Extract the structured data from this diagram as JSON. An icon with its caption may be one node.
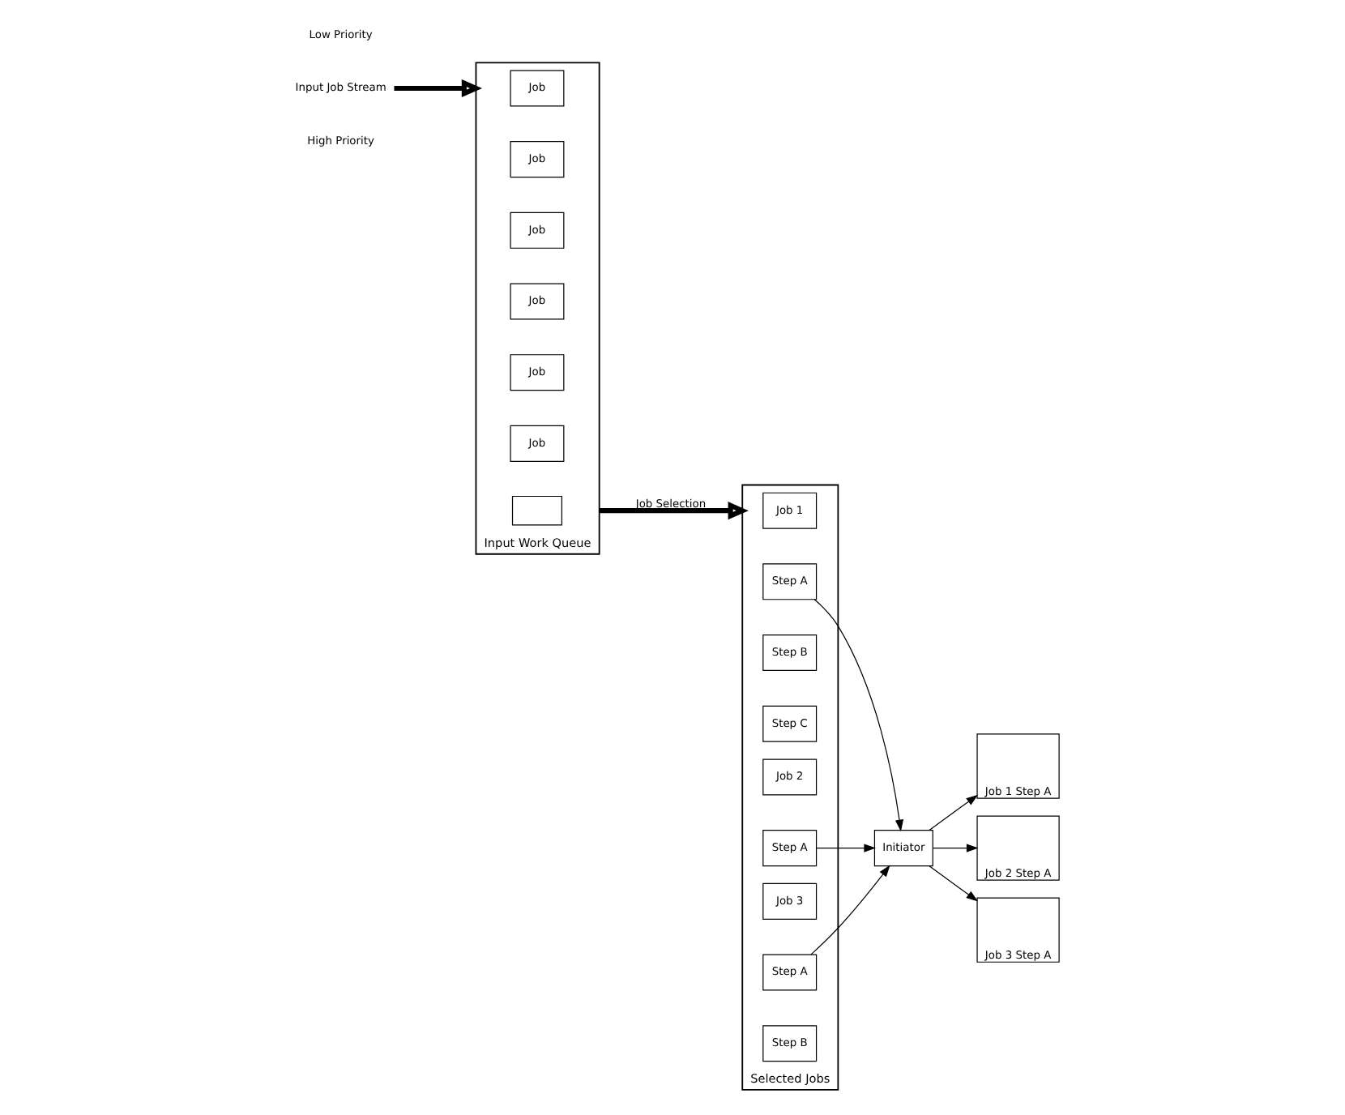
{
  "diagram": {
    "nodes": [
      {
        "text": [
          "Input Job Stream"
        ]
      },
      {
        "text": [
          "Input Work Queue"
        ]
      },
      {
        "text": [
          "Job"
        ],
        "in": 1
      },
      {
        "text": [
          "Job"
        ],
        "in": 1
      },
      {
        "text": [
          "Job"
        ],
        "in": 1
      },
      {
        "text": [
          "Job"
        ],
        "in": 1
      },
      {
        "text": [
          "Job"
        ],
        "in": 1
      },
      {
        "text": [
          "Job"
        ],
        "in": 1
      },
      {
        "text": [],
        "shape": "box",
        "in": 1
      },
      {
        "text": [
          "Selected Jobs"
        ]
      },
      {
        "text": [
          "Job 1"
        ],
        "in": 9
      },
      {
        "text": [
          "Step A"
        ],
        "in": 9
      },
      {
        "text": [
          "Step B"
        ],
        "in": 9
      },
      {
        "text": [
          "Step C"
        ],
        "in": 9
      },
      {
        "text": [
          "Job 2"
        ],
        "in": 9
      },
      {
        "text": [
          "Step A"
        ],
        "in": 9
      },
      {
        "text": [
          "Job 3"
        ],
        "in": 9
      },
      {
        "text": [
          "Step A"
        ],
        "in": 9
      },
      {
        "text": [
          "Step B"
        ],
        "in": 9
      },
      {
        "text": [
          "Initiator"
        ]
      },
      {
        "text": [
          "Job 1 Step A"
        ]
      },
      {
        "text": [
          "Job 2 Step A"
        ]
      },
      {
        "text": [
          "Job 3 Step A"
        ]
      }
    ],
    "edges": [
      {
        "from": 0,
        "to": 1,
        "arrow": "to",
        "style": "thick"
      },
      {
        "from": 1,
        "to": 9,
        "arrow": "to",
        "label": "Job Selection",
        "style": "thick"
      },
      {
        "from": 11,
        "to": 19,
        "arrow": "to"
      },
      {
        "from": 15,
        "to": 19,
        "arrow": "to"
      },
      {
        "from": 17,
        "to": 19,
        "arrow": "to"
      },
      {
        "from": 19,
        "to": 20,
        "arrow": "to"
      },
      {
        "from": 19,
        "to": 21,
        "arrow": "to"
      },
      {
        "from": 19,
        "to": 22,
        "arrow": "to"
      }
    ],
    "labels": [
      "High Priority",
      "Low Priority"
    ]
  }
}
